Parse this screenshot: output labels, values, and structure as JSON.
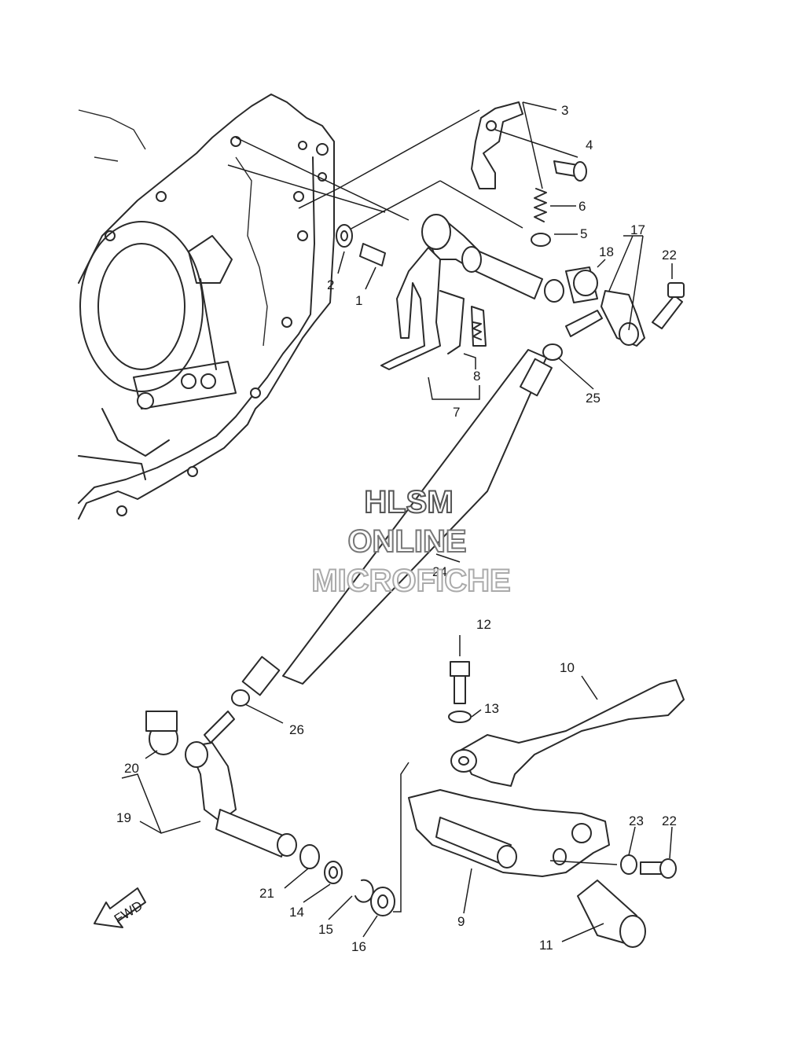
{
  "watermark": {
    "line1": "HLSM",
    "line2": "ONLINE",
    "line3": "MICROFICHE",
    "colors": [
      "#555555",
      "#777777",
      "#aaaaaa"
    ]
  },
  "direction_marker": "FWD",
  "callouts": [
    "1",
    "2",
    "3",
    "4",
    "5",
    "6",
    "7",
    "8",
    "9",
    "10",
    "11",
    "12",
    "13",
    "14",
    "15",
    "16",
    "17",
    "18",
    "19",
    "20",
    "21",
    "22",
    "22",
    "23",
    "24",
    "25",
    "26"
  ]
}
